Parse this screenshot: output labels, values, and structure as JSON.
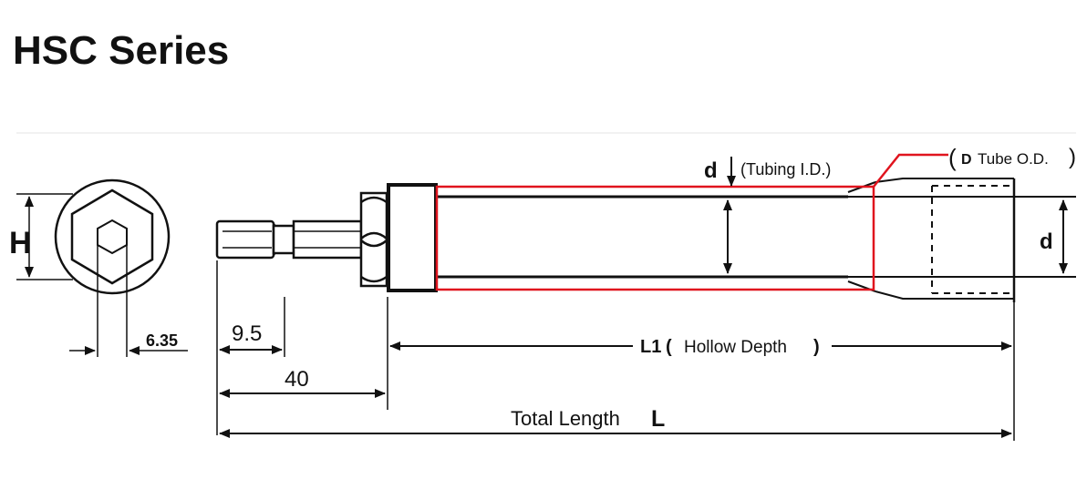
{
  "title": "HSC Series",
  "labels": {
    "hex_height": "H",
    "hex_width": "6.35",
    "bit_length": "9.5",
    "shank_length": "40",
    "d_symbol": "d",
    "tubing_id": "(Tubing I.D.)",
    "tube_od_open": "(",
    "tube_od_symbol": "D",
    "tube_od_text": "Tube O.D.",
    "tube_od_close": ")",
    "d_right": "d",
    "l1_symbol": "L1",
    "l1_open": "(",
    "hollow_depth": "Hollow Depth",
    "l1_close": ")",
    "total_length": "Total Length",
    "total_symbol": "L"
  },
  "colors": {
    "outline": "#111111",
    "highlight": "#e0141e"
  }
}
